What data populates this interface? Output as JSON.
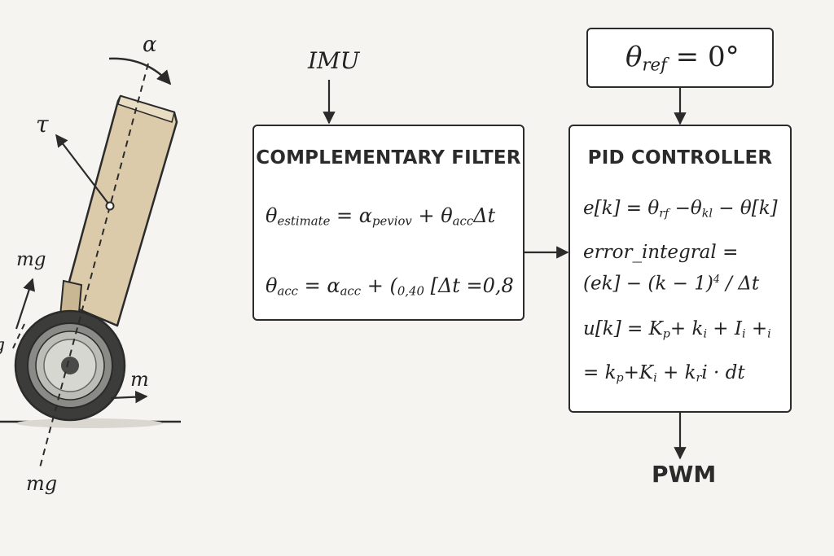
{
  "pendulum": {
    "label_alpha": "α",
    "label_tau": "τ",
    "label_mg_left": "mg",
    "label_mg_bottom": "mg",
    "label_m": "m",
    "label_edge": "g"
  },
  "imu": {
    "label": "IMU"
  },
  "reference": {
    "theta": "θ",
    "sub": "ref",
    "rest": " = 0°"
  },
  "filter": {
    "title": "COMPLEMENTARY FILTER",
    "eq1": {
      "a": "θ",
      "a_sub": "estimate",
      "b": " = α",
      "b_sub": "peviov",
      "c": " + θ",
      "c_sub": "acc",
      "d": "Δt"
    },
    "eq2": {
      "a": "θ",
      "a_sub": "acc",
      "b": " = α",
      "b_sub": "acc",
      "c": " + (",
      "c_sub": "0,40",
      "d": " [Δt =0,8"
    }
  },
  "pid": {
    "title": "PID CONTROLLER",
    "eq1": {
      "a": "e[k] = θ",
      "a_sub": "rf",
      "b": " −θ",
      "b_sub": "kl",
      "c": " − θ[k]"
    },
    "eq2": "error_integral =",
    "eq3": {
      "a": "(ek] − (k − 1)",
      "a_sup": "4",
      "b": " / Δt"
    },
    "eq4": {
      "a": "u[k] = K",
      "a_sub": "p",
      "b": "+ k",
      "b_sub": "i",
      "c": " + I",
      "c_sub": "i",
      "d": " +",
      "d_sub": "i"
    },
    "eq5": {
      "a": "= k",
      "a_sub": "p",
      "b": "+K",
      "b_sub": "i",
      "c": " + k",
      "c_sub": "r",
      "d": "i · dt"
    }
  },
  "output": {
    "label": "PWM"
  },
  "colors": {
    "background": "#f5f4f0",
    "stroke": "#2b2b2b",
    "body_fill": "#dccbaa",
    "tire": "#3c3c3a",
    "hub": "#bdbdb8"
  }
}
